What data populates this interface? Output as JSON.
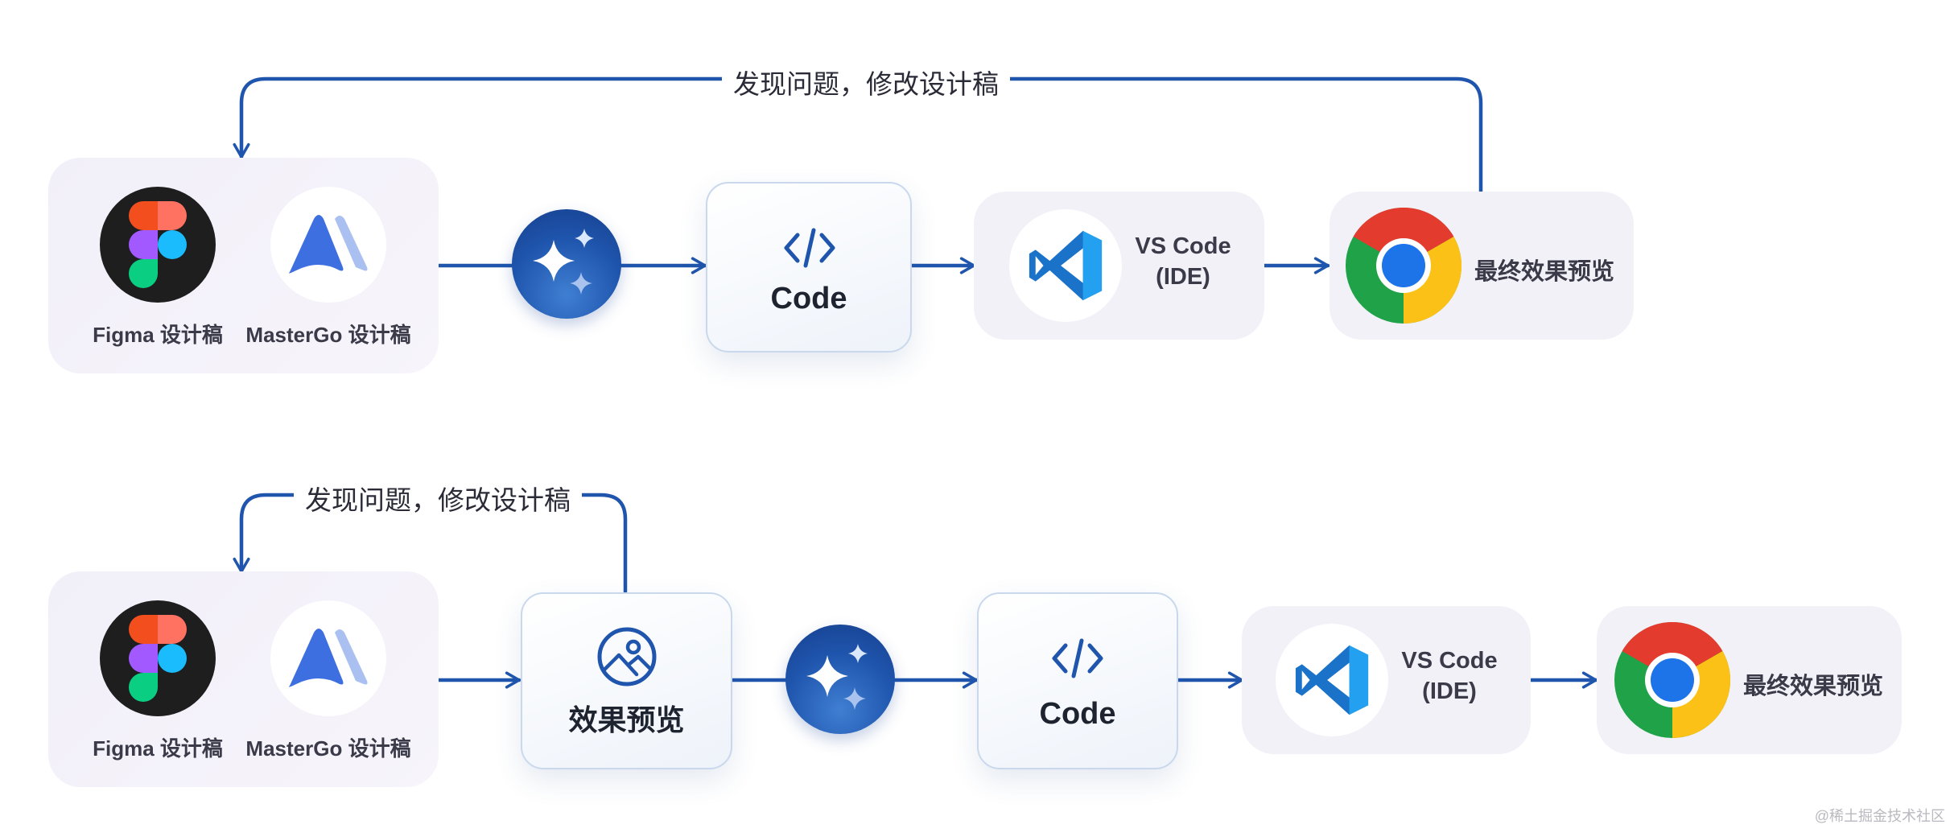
{
  "flow1": {
    "loop_label": "发现问题，修改设计稿",
    "figma_label": "Figma 设计稿",
    "mastergo_label": "MasterGo 设计稿",
    "code_label": "Code",
    "vscode_line1": "VS Code",
    "vscode_line2": "(IDE)",
    "preview_label": "最终效果预览"
  },
  "flow2": {
    "loop_label": "发现问题，修改设计稿",
    "figma_label": "Figma 设计稿",
    "mastergo_label": "MasterGo 设计稿",
    "effect_label": "效果预览",
    "code_label": "Code",
    "vscode_line1": "VS Code",
    "vscode_line2": "(IDE)",
    "preview_label": "最终效果预览"
  },
  "watermark": "@稀土掘金技术社区",
  "colors": {
    "connector": "#1f55ad",
    "accent_blue": "#1f55ad",
    "group_bg": "#f3f1f8"
  },
  "icons": [
    "figma-logo",
    "mastergo-logo",
    "ai-sparkle",
    "code-brackets",
    "vscode-logo",
    "chrome-logo",
    "image-preview"
  ]
}
